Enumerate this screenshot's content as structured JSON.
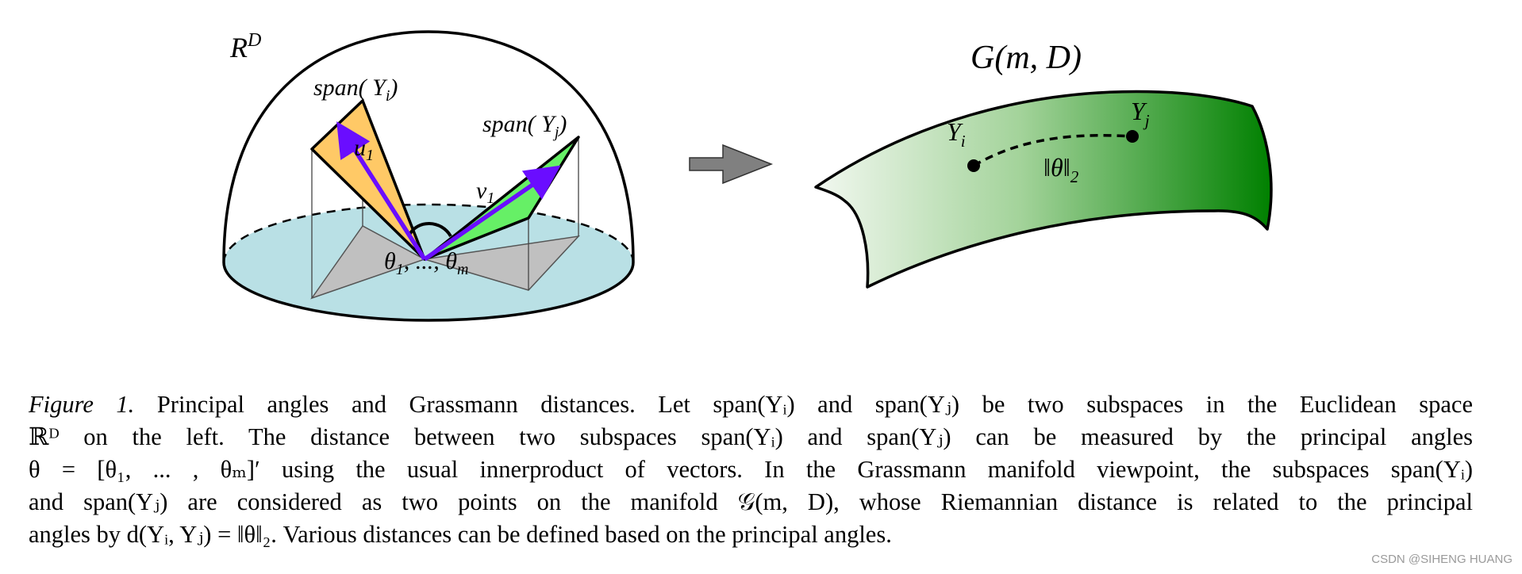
{
  "figure": {
    "left": {
      "space_label_base": "R",
      "space_label_sup": "D",
      "span_i_label": {
        "base": "span( Y",
        "sub": "i",
        "close": ")"
      },
      "span_j_label": {
        "base": "span( Y",
        "sub": "j",
        "close": ")"
      },
      "u_label": {
        "base": "u",
        "sub": "1"
      },
      "v_label": {
        "base": "v",
        "sub": "1"
      },
      "theta_label": {
        "a": "θ",
        "a_sub": "1",
        "mid": ", ..., θ",
        "b_sub": "m"
      }
    },
    "right": {
      "title": "G(m, D)",
      "point_i": {
        "base": "Y",
        "sub": "i"
      },
      "point_j": {
        "base": "Y",
        "sub": "j"
      },
      "distance": {
        "base": "‖θ‖",
        "sub": "2"
      }
    },
    "colors": {
      "hemisphere_base": "#b9e0e5",
      "plane_i": "#ffc966",
      "plane_j": "#66f066",
      "vectors": "#6a0dff",
      "shadow": "#c0c0c0",
      "arrow": "#808080",
      "manifold_light": "#f2f8f0",
      "manifold_dark": "#008000"
    }
  },
  "caption": {
    "figure_ref": "Figure 1.",
    "line1_rest": " Principal angles and Grassmann distances. Let span(Yᵢ) and span(Yⱼ) be two subspaces in the Euclidean space",
    "line2": "ℝᴰ on the left.  The distance between two subspaces span(Yᵢ) and span(Yⱼ) can be measured by the principal angles",
    "line3": "θ = [θ₁, ... , θₘ]′ using the usual innerproduct of vectors. In the Grassmann manifold viewpoint, the subspaces span(Yᵢ)",
    "line4": "and span(Yⱼ) are considered as two points on the manifold 𝒢(m, D), whose Riemannian distance is related to the principal",
    "line5": "angles by d(Yᵢ, Yⱼ) = ‖θ‖₂. Various distances can be defined based on the principal angles."
  },
  "watermark": "CSDN @SIHENG HUANG"
}
